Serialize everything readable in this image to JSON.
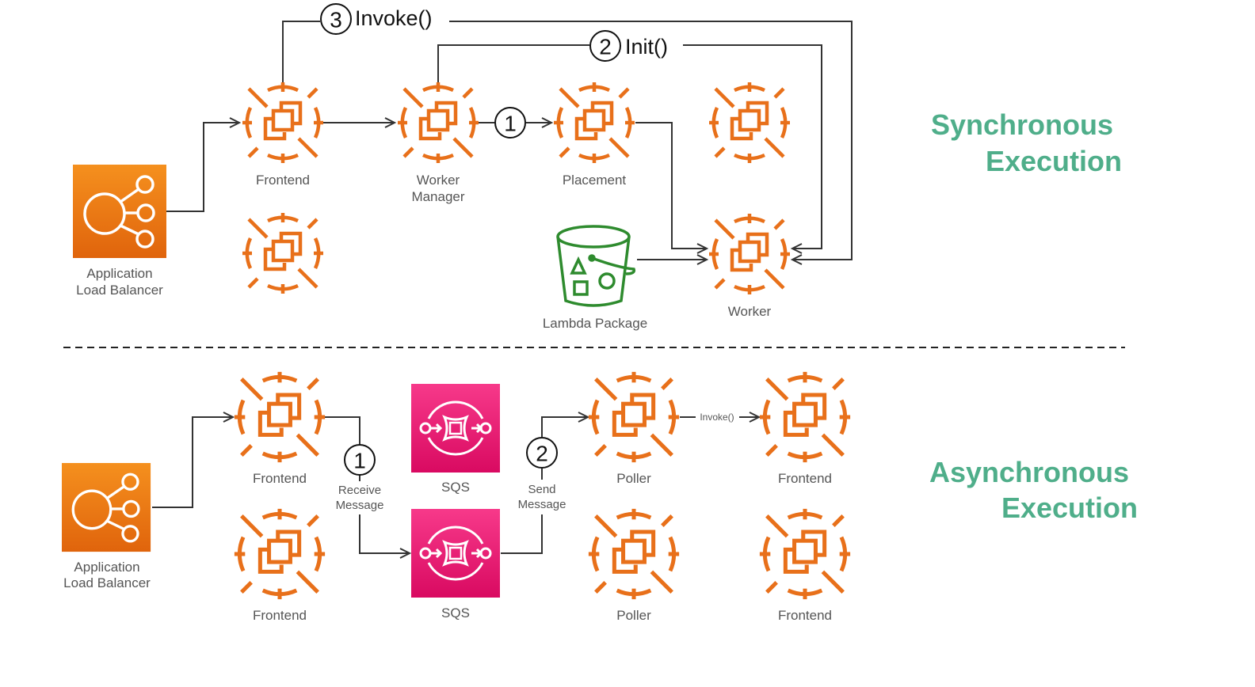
{
  "colors": {
    "ec2_orange": "#e8701a",
    "alb_orange_top": "#f5901e",
    "alb_orange_bottom": "#e0640c",
    "sqs_pink_top": "#f7398a",
    "sqs_pink_bottom": "#d90a61",
    "s3_green": "#2e8b2e",
    "title_green": "#4fae8a",
    "connector": "#333333"
  },
  "synchronous": {
    "title_line1": "Synchronous",
    "title_line2": "Execution",
    "nodes": {
      "alb": {
        "line1": "Application",
        "line2": "Load Balancer",
        "icon": "application-load-balancer-icon"
      },
      "frontend": {
        "label": "Frontend",
        "icon": "ec2-instance-icon"
      },
      "frontend_extra": {
        "label": "",
        "icon": "ec2-instance-icon"
      },
      "worker_manager": {
        "line1": "Worker",
        "line2": "Manager",
        "icon": "ec2-instance-icon"
      },
      "placement": {
        "label": "Placement",
        "icon": "ec2-instance-icon"
      },
      "spare": {
        "label": "",
        "icon": "ec2-instance-icon"
      },
      "lambda_package": {
        "label": "Lambda Package",
        "icon": "s3-bucket-icon"
      },
      "worker": {
        "label": "Worker",
        "icon": "ec2-instance-icon"
      }
    },
    "steps": [
      {
        "num": "1",
        "label": ""
      },
      {
        "num": "2",
        "label": "Init()"
      },
      {
        "num": "3",
        "label": "Invoke()"
      }
    ]
  },
  "asynchronous": {
    "title_line1": "Asynchronous",
    "title_line2": "Execution",
    "nodes": {
      "alb": {
        "line1": "Application",
        "line2": "Load Balancer",
        "icon": "application-load-balancer-icon"
      },
      "frontend_1": {
        "label": "Frontend",
        "icon": "ec2-instance-icon"
      },
      "frontend_2": {
        "label": "Frontend",
        "icon": "ec2-instance-icon"
      },
      "sqs_1": {
        "label": "SQS",
        "icon": "sqs-queue-icon"
      },
      "sqs_2": {
        "label": "SQS",
        "icon": "sqs-queue-icon"
      },
      "poller_1": {
        "label": "Poller",
        "icon": "ec2-instance-icon"
      },
      "poller_2": {
        "label": "Poller",
        "icon": "ec2-instance-icon"
      },
      "frontend_3": {
        "label": "Frontend",
        "icon": "ec2-instance-icon"
      },
      "frontend_4": {
        "label": "Frontend",
        "icon": "ec2-instance-icon"
      }
    },
    "steps": [
      {
        "num": "1",
        "line1": "Receive",
        "line2": "Message"
      },
      {
        "num": "2",
        "line1": "Send",
        "line2": "Message"
      }
    ],
    "invoke_label": "Invoke()"
  }
}
